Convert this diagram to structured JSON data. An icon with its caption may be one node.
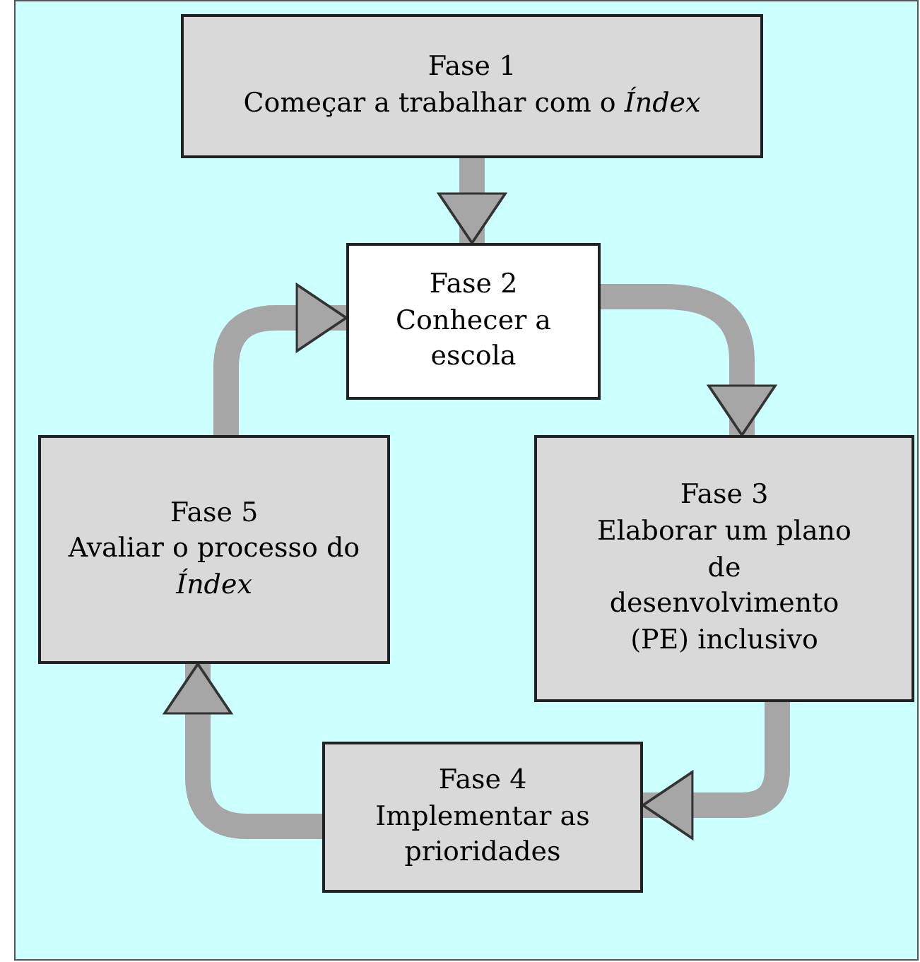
{
  "diagram": {
    "nodes": [
      {
        "text": [
          "Fase 1",
          "Começar a trabalhar com o *Índex*"
        ]
      },
      {
        "text": [
          "Fase 2",
          "Conhecer a escola"
        ]
      },
      {
        "text": [
          "Fase 3",
          "Elaborar um plano de desenvolvimento (PE) inclusivo"
        ]
      },
      {
        "text": [
          "Fase 4",
          "Implementar as prioridades"
        ]
      },
      {
        "text": [
          "Fase 5",
          "Avaliar o processo do *Índex*"
        ]
      }
    ],
    "edges": [
      {
        "from": 0,
        "to": 1,
        "arrow": "to"
      },
      {
        "from": 1,
        "to": 2,
        "arrow": "to"
      },
      {
        "from": 2,
        "to": 3,
        "arrow": "to"
      },
      {
        "from": 3,
        "to": 4,
        "arrow": "to"
      },
      {
        "from": 4,
        "to": 1,
        "arrow": "to"
      }
    ]
  }
}
